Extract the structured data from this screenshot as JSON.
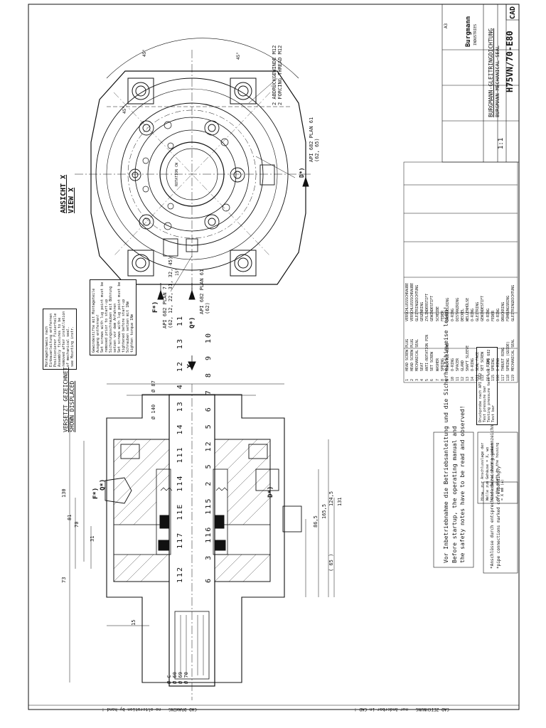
{
  "view_label": [
    "ANSICHT X",
    "VIEW X"
  ],
  "annotations": {
    "thread_de": "2 ABDRÜCKGEWINDE M12",
    "thread_en": "2 FORCING THREAD M12",
    "api_plan_61_label": "API 682 PLAN 61",
    "api_plan_61_ports": "(62, 65)",
    "api_plan_7_label": "API 682 PLAN 7",
    "api_plan_7_ports": "(62, 12, 22, 31, 32, 45)",
    "api_plan_61_b": "API 682 PLAN 61",
    "api_plan_61_b_ports": "(62)",
    "rotation": "ROTATION CW",
    "displaced_de": "VERSETZT GEZEICHNET",
    "displaced_en": "SHOWN DISPLACED",
    "x_marker": "X",
    "port_F": "F*)",
    "port_Q": "Q*)",
    "port_D": "D*)"
  },
  "note_mounting": [
    "Montagehinweis nach",
    "Einbauanleitung entfernen",
    "Positionierer Fixierteile",
    "Assembly fixtures to be",
    "removed after installation",
    "of mechanical seal.",
    "see Mounting instr."
  ],
  "note_threads": [
    "Gewindestifte mit Montageteile",
    "Ausgang entfernen!",
    "Set screws with lug point must be",
    "removed prior to start-up",
    "Sicherungsschrauben mit Bohrung",
    "setzen vor dem Anfahren",
    "Set screws with lug point must be",
    "tightened before start-up",
    "Schrauben setzen mit 1Nm",
    "tighten torque 1Nm"
  ],
  "operating_note": {
    "de": "Vor Inbetriebnahme die Betriebsanleitung und die Sicherheitshinweise lesen!",
    "en1": "Before startup, the operating manual and",
    "en2": "the safety notes have to be read and observed!"
  },
  "pipe_notes": [
    "*Anschlüsse durch entsprechende Bezeichnung gekennzeichnet",
    "*pipe connections marked correspondingly"
  ],
  "pipe_side_note": [
    "Hinw. zur Anschlusslage der",
    "Welle zum Gehäuse = X, wo",
    "Also observe shaft movement",
    "of the shaft to the housing",
    "= X mm (±)"
  ],
  "pressure_box": [
    "Druckprobe nach API 682",
    "Test pressure    bar",
    "Testing pressure test std. API 682",
    "Test    bar"
  ],
  "dimensions": {
    "d_87": "Ø 87",
    "d_140": "Ø 140",
    "d_60": "Ø 60",
    "d_69": "Ø 69",
    "d_70": "Ø 70",
    "d_c": "Ø C",
    "h_130": "130",
    "h_81": "81",
    "h_70": "70",
    "h_73": "73",
    "h_31": "31",
    "h_15": "15",
    "h_165_5": "165,5",
    "h_124_5": "124,5",
    "h_131": "131",
    "h_86_5": "86,5",
    "h_65": "( 65 )",
    "angle_45a": "45°",
    "angle_45b": "45°",
    "angle_45c": "45°",
    "angle_15": "15°"
  },
  "position_numbers_top": [
    "11",
    "13",
    "12",
    "4",
    "13",
    "14",
    "111",
    "114",
    "11E",
    "117",
    "112"
  ],
  "position_numbers_bottom": [
    "10",
    "9",
    "8",
    "7",
    "6",
    "5",
    "12",
    "5",
    "2",
    "115",
    "116",
    "3",
    "6"
  ],
  "parts_list": [
    {
      "pos": "1",
      "en": "HEAD SCREW PLUG",
      "de": "VERSCHLUSSSCHRAUBE"
    },
    {
      "pos": "2",
      "en": "HEAD SCREW PLUG",
      "de": "VERSCHLUSSSCHRAUBE"
    },
    {
      "pos": "3",
      "en": "MECHANICAL SEAL",
      "de": "GLEITRINGDICHTUNG"
    },
    {
      "pos": "4",
      "en": "SEAT",
      "de": "GEGENRING"
    },
    {
      "pos": "5",
      "en": "ANTI-ROTATION PIN",
      "de": "ZYLINDERSTIFT"
    },
    {
      "pos": "6",
      "en": "SET SCREW",
      "de": "GEWINDESTIFT"
    },
    {
      "pos": "7",
      "en": "WASHER",
      "de": "SCHEIBE"
    },
    {
      "pos": "8",
      "en": "SPRING",
      "de": "FEDER"
    },
    {
      "pos": "9",
      "en": "THROTTLE RING",
      "de": "DROSSELRING"
    },
    {
      "pos": "10",
      "en": "O-RING",
      "de": "O-RING"
    },
    {
      "pos": "11",
      "en": "SPACER",
      "de": "DISTANZRING"
    },
    {
      "pos": "12",
      "en": "GLAND",
      "de": "DECKEL"
    },
    {
      "pos": "13",
      "en": "SHAFT SLEEVE",
      "de": "WELLENHÜLSE"
    },
    {
      "pos": "14",
      "en": "O-RING",
      "de": "O-RING"
    },
    {
      "pos": "111",
      "en": "SEAL FACE",
      "de": "GLEITRING"
    },
    {
      "pos": "112",
      "en": "SET SCREW",
      "de": "GEWINDESTIFT"
    },
    {
      "pos": "114",
      "en": "O-RING",
      "de": "O-RING"
    },
    {
      "pos": "115",
      "en": "SPRING",
      "de": "FEDER"
    },
    {
      "pos": "116",
      "en": "O-RING",
      "de": "O-RING"
    },
    {
      "pos": "117",
      "en": "THRUST RING",
      "de": "DRUCKRING"
    },
    {
      "pos": "118",
      "en": "SPRING (GUIDE)",
      "de": "FÜHRUNGSRING"
    },
    {
      "pos": "119",
      "en": "MECHANICAL SEAL",
      "de": "GLEITRINGDICHTUNG"
    }
  ],
  "title_block": {
    "company": "Burgmann",
    "company_sub": "INDUSTRIES",
    "title_de": "BURGMANN-GLEITRINGDICHTUNG",
    "title_en": "BURGMANN-MECHANICAL-SEAL",
    "drawing_no": "H75VN/70-E80",
    "scale": "1:1",
    "cad": "CAD",
    "format": "A3"
  },
  "footer": {
    "left": "CAD-ZEICHNUNG  - nur änderbar in CAD !",
    "right": "CAD-DRAWING  - no alteration by hand !"
  }
}
